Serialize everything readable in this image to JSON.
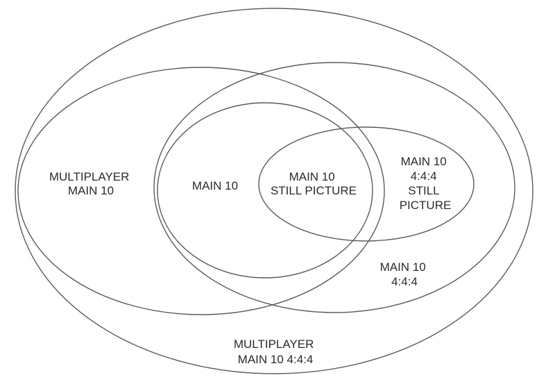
{
  "diagram": {
    "stroke_color": "#5a5a5a",
    "text_color": "#2a2a2a",
    "sets": [
      {
        "name": "multiplayer-main-10-444",
        "lines": [
          "MULTIPLAYER",
          "MAIN 10 4:4:4"
        ]
      },
      {
        "name": "multiplayer-main-10",
        "lines": [
          "MULTIPLAYER",
          "MAIN 10"
        ]
      },
      {
        "name": "main-10-444",
        "lines": [
          "MAIN 10",
          "4:4:4"
        ]
      },
      {
        "name": "main-10",
        "lines": [
          "MAIN 10"
        ]
      },
      {
        "name": "main-10-still-picture",
        "lines": [
          "MAIN 10",
          "STILL PICTURE"
        ]
      },
      {
        "name": "main-10-444-still-picture",
        "lines": [
          "MAIN 10",
          "4:4:4",
          "STILL",
          "PICTURE"
        ]
      }
    ]
  }
}
